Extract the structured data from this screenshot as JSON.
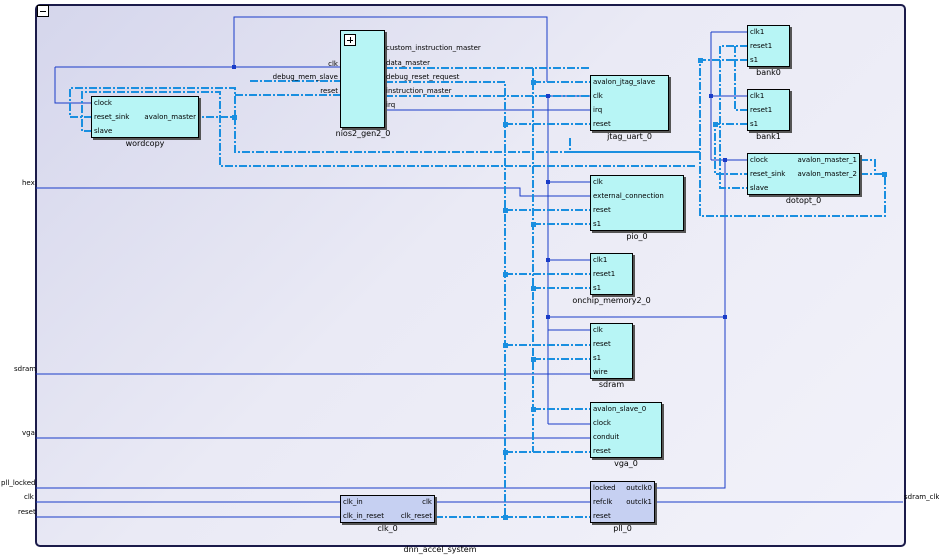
{
  "system_name": "dnn_accel_system",
  "external_ports": {
    "hex": "hex",
    "sdram": "sdram",
    "vga": "vga",
    "pll_locked": "pll_locked",
    "clk": "clk",
    "reset": "reset",
    "sdram_clk": "sdram_clk"
  },
  "blocks": {
    "wordcopy": {
      "name": "wordcopy",
      "ports": [
        "clock",
        "reset_sink",
        "slave",
        "avalon_master"
      ]
    },
    "nios2": {
      "name": "nios2_gen2_0",
      "ports": [
        "clk",
        "debug_mem_slave",
        "reset",
        "custom_instruction_master",
        "data_master",
        "debug_reset_request",
        "instruction_master",
        "irq"
      ]
    },
    "jtag": {
      "name": "jtag_uart_0",
      "ports": [
        "avalon_jtag_slave",
        "clk",
        "irq",
        "reset"
      ]
    },
    "bank0": {
      "name": "bank0",
      "ports": [
        "clk1",
        "reset1",
        "s1"
      ]
    },
    "bank1": {
      "name": "bank1",
      "ports": [
        "clk1",
        "reset1",
        "s1"
      ]
    },
    "dotopt": {
      "name": "dotopt_0",
      "ports": [
        "clock",
        "reset_sink",
        "slave",
        "avalon_master_1",
        "avalon_master_2"
      ]
    },
    "pio": {
      "name": "pio_0",
      "ports": [
        "clk",
        "external_connection",
        "reset",
        "s1"
      ]
    },
    "onchip": {
      "name": "onchip_memory2_0",
      "ports": [
        "clk1",
        "reset1",
        "s1"
      ]
    },
    "sdram": {
      "name": "sdram",
      "ports": [
        "clk",
        "reset",
        "s1",
        "wire"
      ]
    },
    "vga": {
      "name": "vga_0",
      "ports": [
        "avalon_slave_0",
        "clock",
        "conduit",
        "reset"
      ]
    },
    "pll": {
      "name": "pll_0",
      "ports": [
        "locked",
        "refclk",
        "reset",
        "outclk0",
        "outclk1"
      ]
    },
    "clk0": {
      "name": "clk_0",
      "ports": [
        "clk_in",
        "clk_in_reset",
        "clk",
        "clk_reset"
      ]
    }
  },
  "colors": {
    "module_fill": "#b7f5f5",
    "clock_module_fill": "#c6d0f2",
    "wire": "#1a3cc8",
    "bus": "#1a8fe0",
    "frame": "#1b1b4a"
  }
}
